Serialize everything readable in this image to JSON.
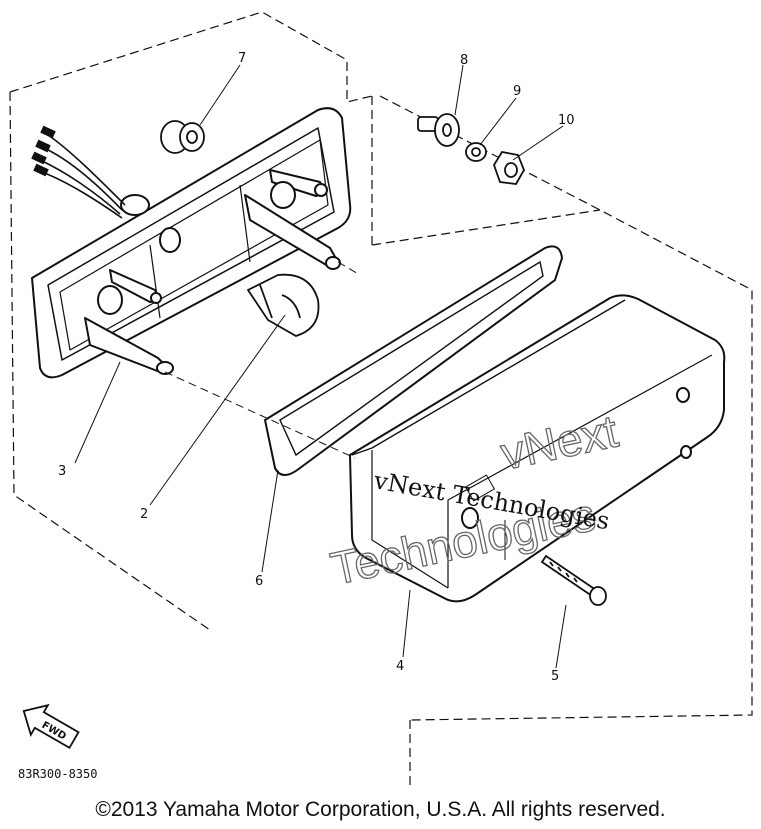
{
  "callouts": {
    "c2": "2",
    "c3": "3",
    "c4": "4",
    "c5": "5",
    "c6": "6",
    "c7": "7",
    "c8": "8",
    "c9": "9",
    "c10": "10"
  },
  "fwd_label": "FWD",
  "part_code": "83R300-8350",
  "watermark": {
    "small": "vNext Technologies",
    "large_line1": "vNext",
    "large_line2": "Technologies"
  },
  "copyright": "©2013 Yamaha Motor Corporation, U.S.A. All rights reserved.",
  "colors": {
    "line": "#111111",
    "background": "#ffffff",
    "watermark_outline": "#666666"
  }
}
